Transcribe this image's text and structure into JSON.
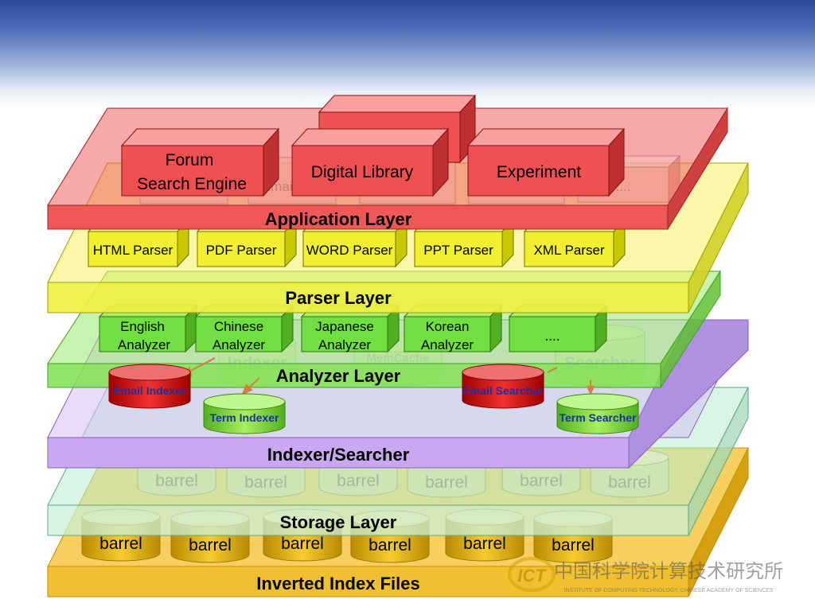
{
  "layers": {
    "application": "Application Layer",
    "parser": "Parser Layer",
    "analyzer": "Analyzer Layer",
    "indexer": "Indexer/Searcher",
    "storage": "Storage Layer",
    "inverted": "Inverted Index Files"
  },
  "applications": {
    "forum_line1": "Forum",
    "forum_line2": "Search Engine",
    "digital_library": "Digital Library",
    "experiment": "Experiment",
    "email_hidden": "Email",
    "more": "...."
  },
  "parsers": [
    "HTML Parser",
    "PDF Parser",
    "WORD Parser",
    "PPT Parser",
    "XML Parser"
  ],
  "analyzers": {
    "english": [
      "English",
      "Analyzer"
    ],
    "chinese": [
      "Chinese",
      "Analyzer"
    ],
    "japanese": [
      "Japanese",
      "Analyzer"
    ],
    "korean": [
      "Korean",
      "Analyzer"
    ],
    "more": "...."
  },
  "indexer": {
    "indexer": "Indexer",
    "searcher": "Searcher",
    "memcache": "MemCache",
    "email_indexer": "Email Indexer",
    "email_searcher": "Email Searcher",
    "term_indexer": "Term Indexer",
    "term_searcher": "Term Searcher"
  },
  "barrel": "barrel",
  "logo": {
    "mark": "ICT",
    "chinese": "中国科学院计算技术研究所",
    "english": "INSTITUTE OF COMPUTING TECHNOLOGY, CHINESE ACADEMY OF SCIENCES"
  },
  "colors": {
    "application": "#f06060",
    "parser": "#f0f040",
    "analyzer": "#70e040",
    "indexer": "#c8a8f0",
    "storage": "#c8f0d8",
    "inverted": "#f0c040",
    "red_cylinder": "#e02020",
    "green_cylinder": "#80e040"
  }
}
